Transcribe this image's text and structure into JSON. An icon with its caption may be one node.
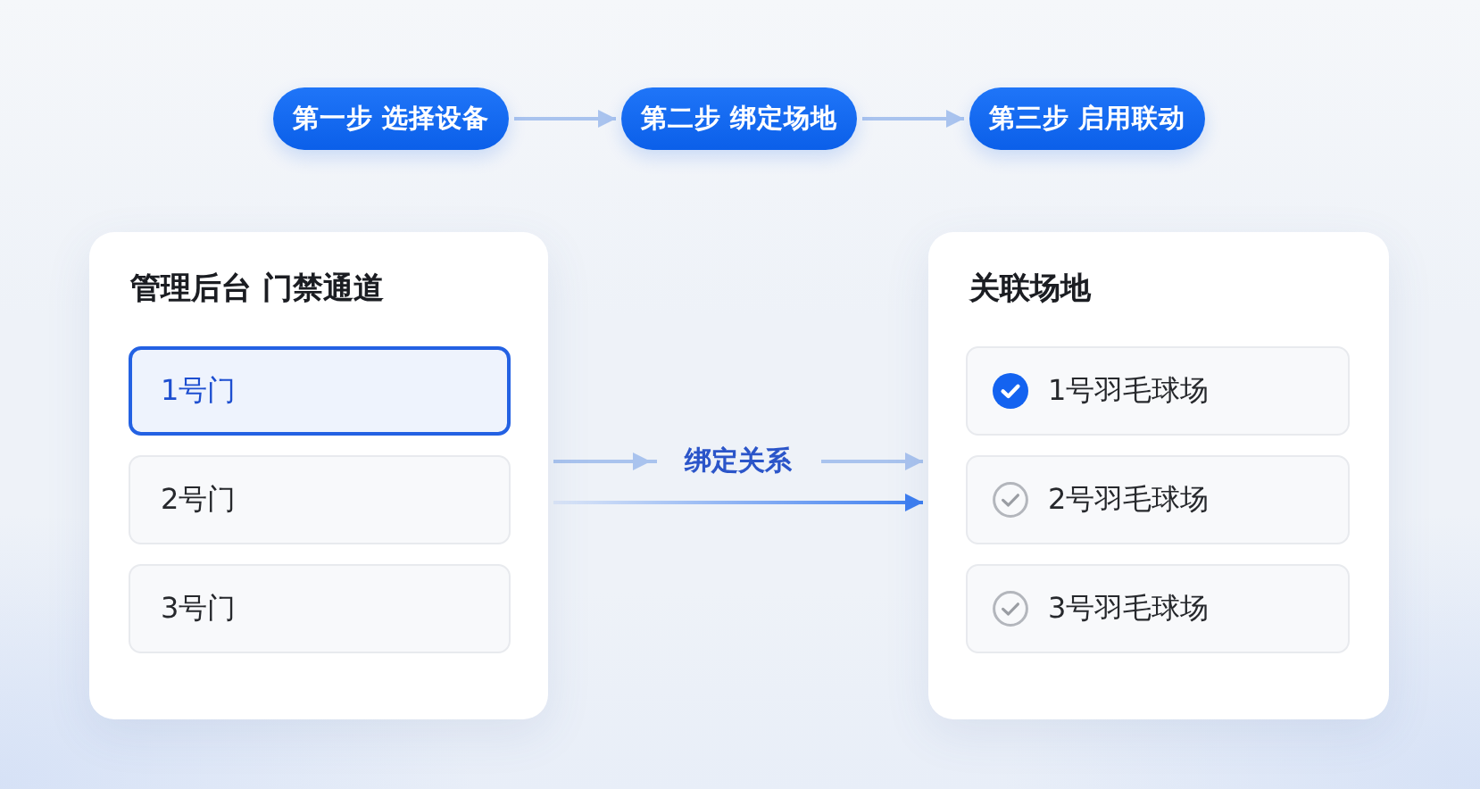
{
  "diagram": {
    "nodes": [
      {
        "text": [
          "第一步 选择设备"
        ]
      },
      {
        "text": [
          "第二步 绑定场地"
        ]
      },
      {
        "text": [
          "第三步 启用联动"
        ]
      },
      {
        "text": [
          "管理后台 门禁通道"
        ]
      },
      {
        "text": [
          "1号门"
        ],
        "in": 3
      },
      {
        "text": [
          "2号门"
        ],
        "in": 3
      },
      {
        "text": [
          "3号门"
        ],
        "in": 3
      },
      {
        "text": [
          "关联场地"
        ]
      },
      {
        "text": [
          "1号羽毛球场"
        ],
        "in": 7
      },
      {
        "text": [
          "2号羽毛球场"
        ],
        "in": 7
      },
      {
        "text": [
          "3号羽毛球场"
        ],
        "in": 7
      }
    ],
    "edges": [
      {
        "from": 0,
        "to": 1,
        "arrow": "to"
      },
      {
        "from": 1,
        "to": 2,
        "arrow": "to"
      },
      {
        "from": 3,
        "to": 7,
        "arrow": "to",
        "label": "绑定关系"
      },
      {
        "from": 3,
        "to": 7,
        "arrow": "to",
        "color": "#3d7ef0"
      }
    ]
  }
}
